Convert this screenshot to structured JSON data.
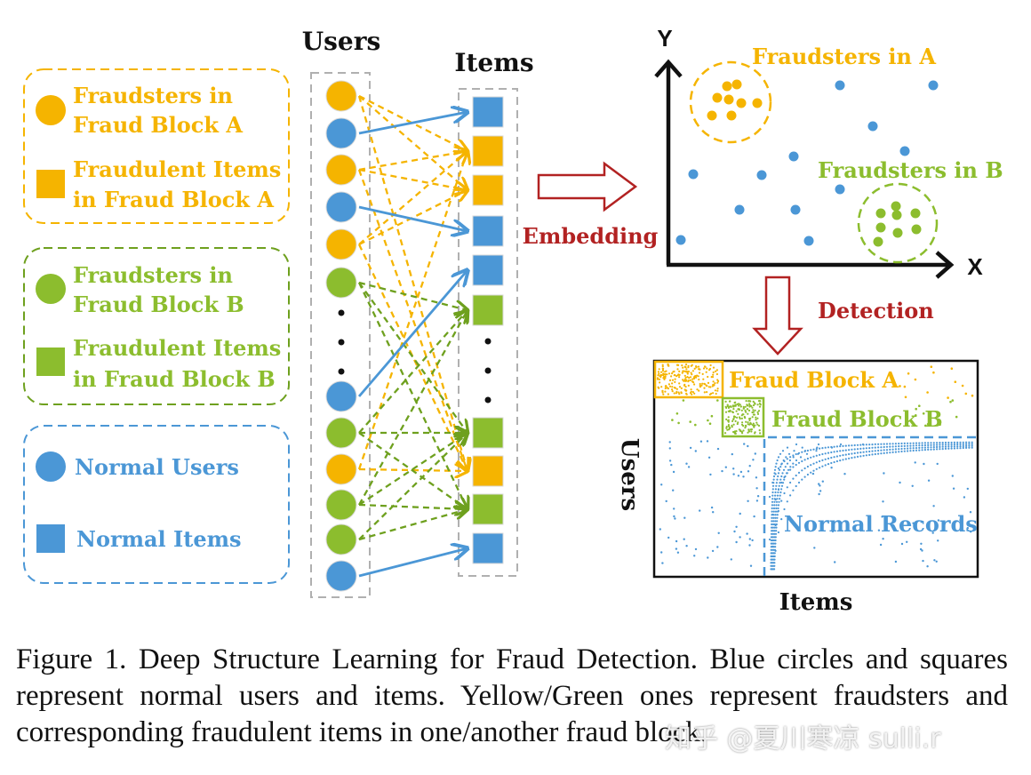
{
  "colors": {
    "yellow": "#f5b400",
    "green": "#8cbd2e",
    "blue": "#4b97d6",
    "dark_red": "#b22222",
    "box_gray": "#b0b0b0"
  },
  "legend": {
    "fraud_a_users": "Fraudsters in Fraud Block A",
    "fraud_a_users_line1": "Fraudsters in",
    "fraud_a_users_line2": "Fraud Block A",
    "fraud_a_items_line1": "Fraudulent Items",
    "fraud_a_items_line2": "in Fraud Block A",
    "fraud_b_users_line1": "Fraudsters in",
    "fraud_b_users_line2": "Fraud Block B",
    "fraud_b_items_line1": "Fraudulent Items",
    "fraud_b_items_line2": "in Fraud Block B",
    "normal_users": "Normal Users",
    "normal_items": "Normal Items"
  },
  "bipartite": {
    "users_title": "Users",
    "items_title": "Items",
    "user_nodes": [
      "yellow",
      "blue",
      "yellow",
      "blue",
      "yellow",
      "green",
      "gap",
      "blue",
      "green",
      "yellow",
      "green",
      "green",
      "blue"
    ],
    "item_nodes": [
      "blue",
      "yellow",
      "yellow",
      "blue",
      "blue",
      "green",
      "gap",
      "green",
      "yellow",
      "green",
      "blue"
    ]
  },
  "arrows": {
    "embedding": "Embedding",
    "detection": "Detection"
  },
  "scatter": {
    "y_label": "Y",
    "x_label": "X",
    "cluster_a_label": "Fraudsters in A",
    "cluster_b_label": "Fraudsters in B"
  },
  "matrix": {
    "block_a_label": "Fraud Block A",
    "block_b_label": "Fraud Block B",
    "normal_label": "Normal Records",
    "y_label": "Users",
    "x_label": "Items"
  },
  "caption": {
    "text": "Figure 1.   Deep Structure Learning for Fraud Detection. Blue circles and squares represent normal users and items. Yellow/Green ones represent fraudsters and corresponding fraudulent items in one/another fraud block."
  },
  "watermark": "知乎 @夏川寒凉 sulli.r"
}
